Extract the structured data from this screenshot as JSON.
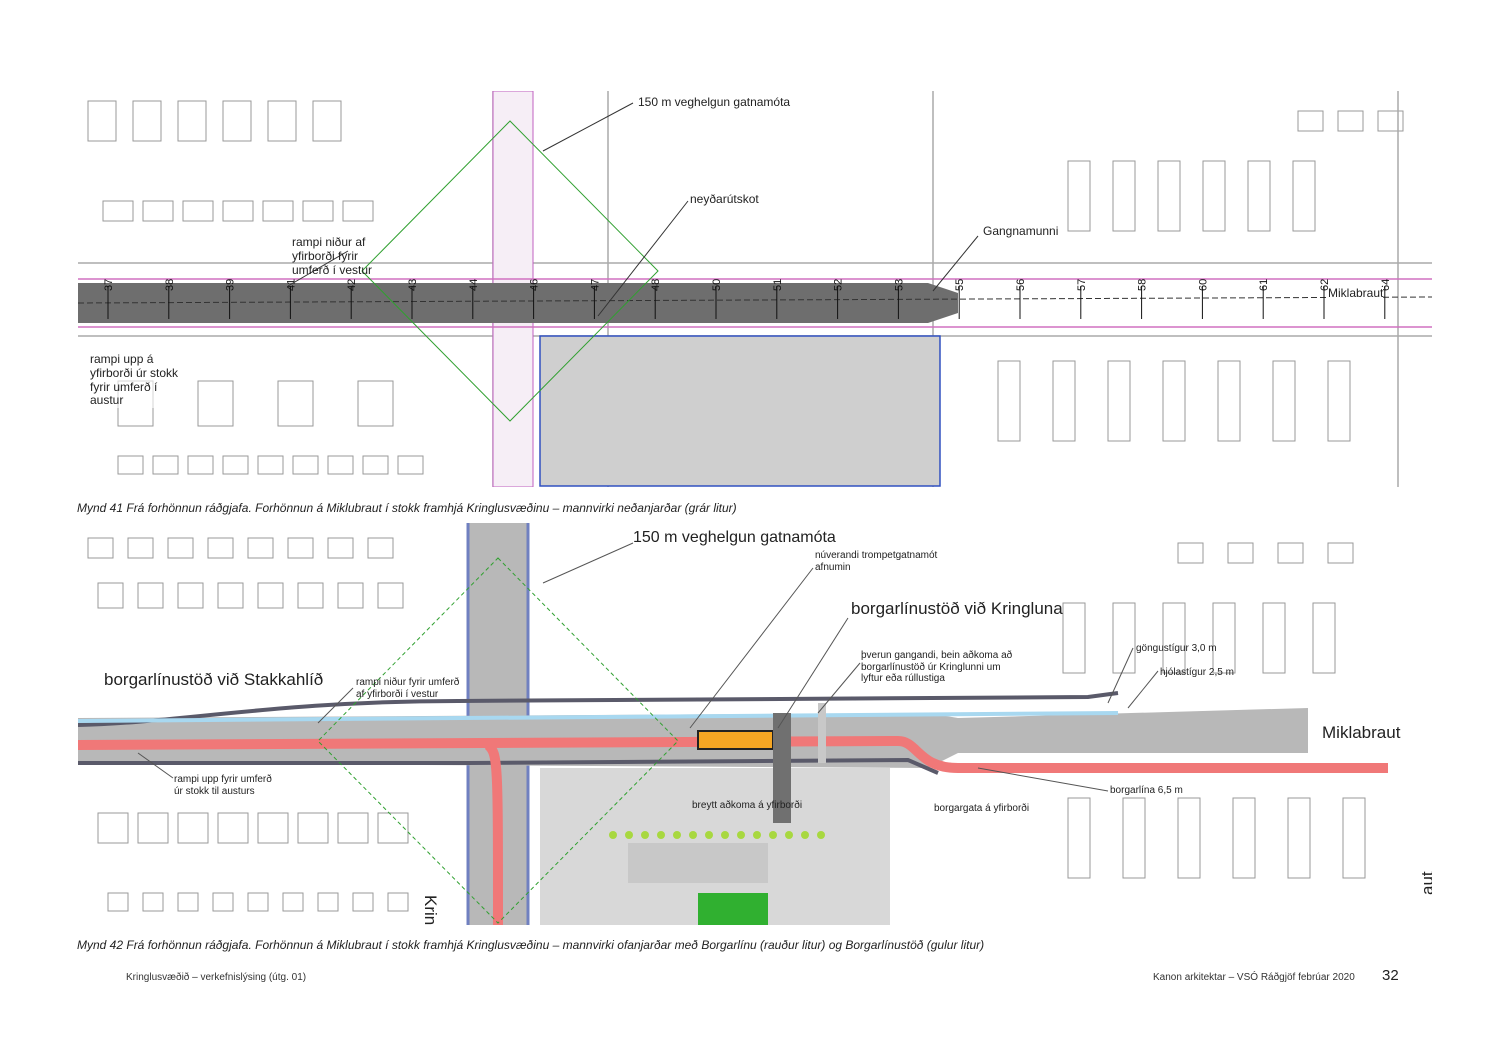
{
  "figure41": {
    "caption": "Mynd 41   Frá forhönnun ráðgjafa. Forhönnun á Miklubraut í stokk framhjá Kringlusvæðinu – mannvirki neðanjarðar (grár litur)",
    "labels": {
      "intersection": "150 m veghelgun gatnamóta",
      "emergency": "neyðarútskot",
      "tunnel_mouth": "Gangnamunni",
      "ramp_down": "rampi niður af\nyfirborði fyrir\numferð í vestur",
      "ramp_up": "rampi upp á\nyfirborði úr stokk\nfyrir umferð í\naustur",
      "road": "Miklabraut"
    },
    "stations": [
      "37",
      "38",
      "39",
      "41",
      "42",
      "43",
      "44",
      "46",
      "47",
      "48",
      "50",
      "51",
      "52",
      "53",
      "55",
      "56",
      "57",
      "58",
      "60",
      "61",
      "62",
      "64"
    ]
  },
  "figure42": {
    "caption": "Mynd 42   Frá forhönnun ráðgjafa. Forhönnun á Miklubraut í stokk framhjá Kringlusvæðinu – mannvirki ofanjarðar með Borgarlínu (rauður litur) og Borgarlínustöð (gulur litur)",
    "labels": {
      "intersection": "150 m veghelgun gatnamóta",
      "trumpet": "núverandi trompetgatnamót\nafnumin",
      "station_kringlan": "borgarlínustöð við Kringluna",
      "station_stakkahlid": "borgarlínustöð við Stakkahlíð",
      "crossing": "þverun gangandi, bein aðkoma að\nborgarlínustöð úr Kringlunni um\nlyftur eða rúllustiga",
      "footpath": "göngustígur 3,0 m",
      "cyclepath": "hjólastígur 2,5 m",
      "ramp_down": "rampi niður fyrir umferð\naf yfirborði í vestur",
      "ramp_up": "rampi upp fyrir umferð\núr stokk til austurs",
      "access": "breytt aðkoma á yfirborði",
      "city_street": "borgargata á yfirborði",
      "brt_width": "borgarlína 6,5 m",
      "road": "Miklabraut",
      "street_v": "Kring",
      "street_r": "aut"
    },
    "colors": {
      "borgarlina": "#f07878",
      "station": "#f5a623",
      "road": "#b0b0b0"
    }
  },
  "footer": {
    "left": "Kringlusvæðið – verkefnislýsing (útg. 01)",
    "right": "Kanon arkitektar – VSÓ Ráðgjöf febrúar 2020",
    "page": "32"
  }
}
